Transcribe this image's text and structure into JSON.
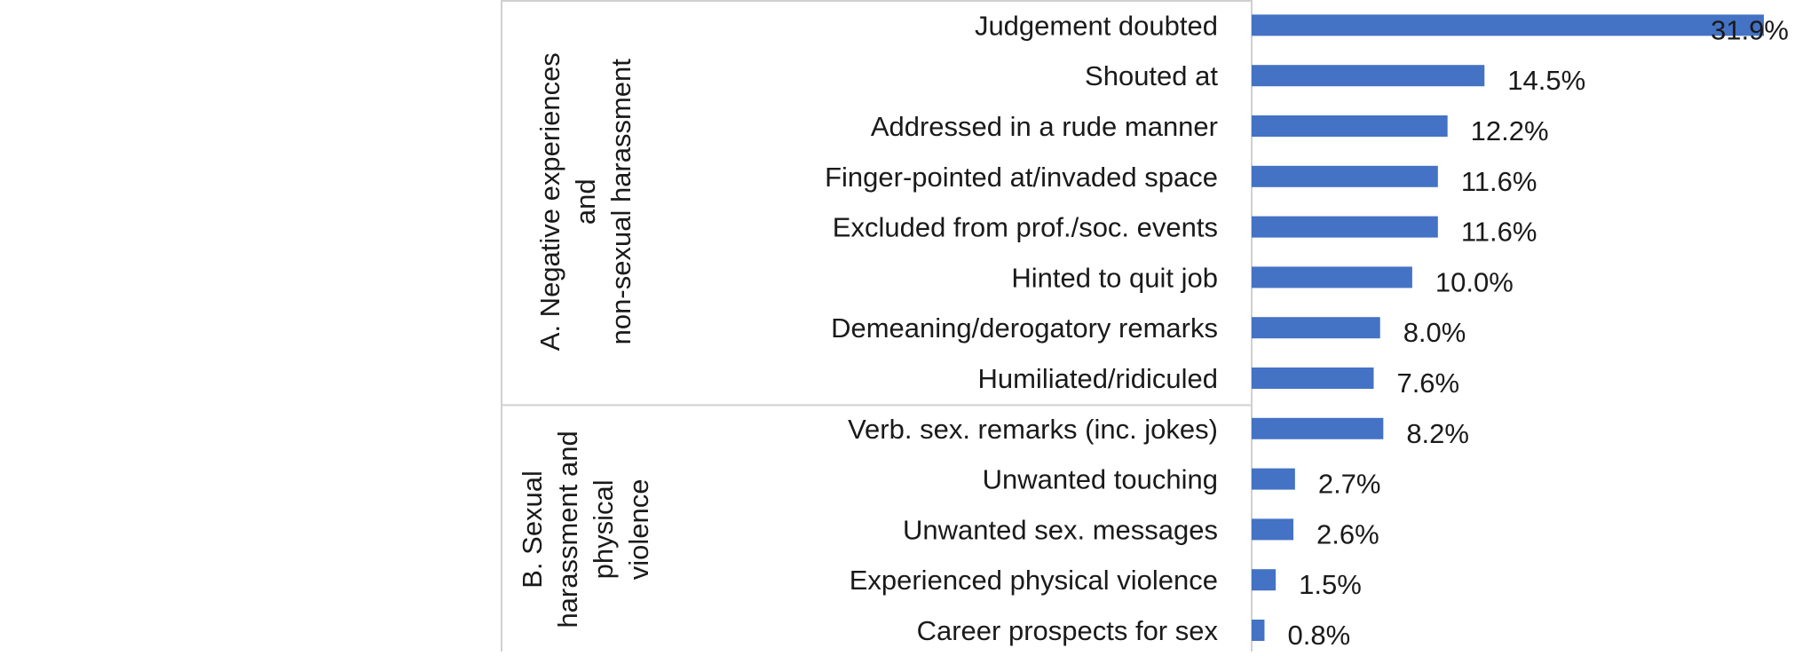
{
  "chart_data": {
    "type": "bar",
    "orientation": "horizontal",
    "bar_color": "#4472C4",
    "grid": false,
    "legend": "none",
    "xlim": [
      0,
      31.9
    ],
    "groups": [
      {
        "label_lines": [
          "A. Negative experiences",
          "and",
          "non-sexual harassment"
        ],
        "categories": [
          "Judgement doubted",
          "Shouted at",
          "Addressed in a rude manner",
          "Finger-pointed at/invaded space",
          "Excluded from prof./soc. events",
          "Hinted to quit job",
          "Demeaning/derogatory remarks",
          "Humiliated/ridiculed"
        ],
        "values": [
          31.9,
          14.5,
          12.2,
          11.6,
          11.6,
          10.0,
          8.0,
          7.6
        ],
        "value_labels": [
          "31.9%",
          "14.5%",
          "12.2%",
          "11.6%",
          "11.6%",
          "10.0%",
          "8.0%",
          "7.6%"
        ]
      },
      {
        "label_lines": [
          "B. Sexual",
          "harassment and",
          "physical",
          "violence"
        ],
        "categories": [
          "Verb. sex. remarks (inc. jokes)",
          "Unwanted touching",
          "Unwanted sex. messages",
          "Experienced physical violence",
          "Career prospects for sex"
        ],
        "values": [
          8.2,
          2.7,
          2.6,
          1.5,
          0.8
        ],
        "value_labels": [
          "8.2%",
          "2.7%",
          "2.6%",
          "1.5%",
          "0.8%"
        ]
      }
    ]
  }
}
